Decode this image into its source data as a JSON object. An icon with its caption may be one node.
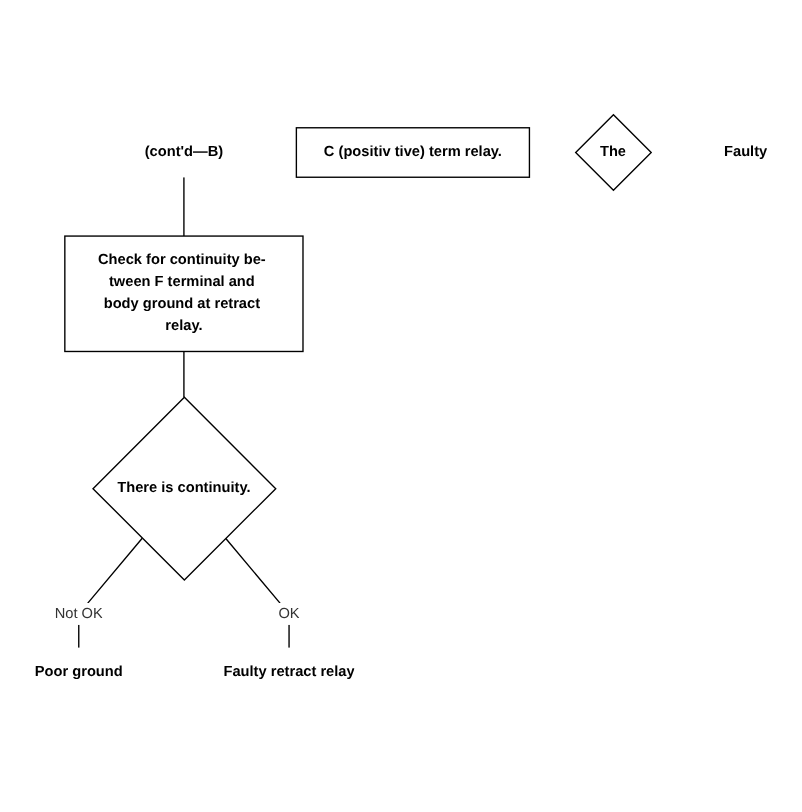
{
  "diagram": {
    "nodes": [
      {
        "text": [
          "(cont'd—B)"
        ]
      },
      {
        "text": [
          "Check for continuity be- tween F terminal and body ground at retract relay."
        ]
      },
      {
        "text": [
          "There is continuity."
        ]
      },
      {
        "text": [
          "Poor ground"
        ]
      },
      {
        "text": [
          "Faulty retract relay"
        ]
      },
      {
        "text": [
          "C (positiv tive) term relay."
        ]
      },
      {
        "text": [
          "The"
        ]
      },
      {
        "text": [
          "Faulty"
        ]
      }
    ],
    "edges": [
      {
        "from": 0,
        "to": 1,
        "arrow": "none"
      },
      {
        "from": 1,
        "to": 2,
        "arrow": "none"
      },
      {
        "from": 2,
        "to": 3,
        "arrow": "none",
        "label": "Not OK"
      },
      {
        "from": 2,
        "to": 4,
        "arrow": "none",
        "label": "OK"
      }
    ]
  }
}
